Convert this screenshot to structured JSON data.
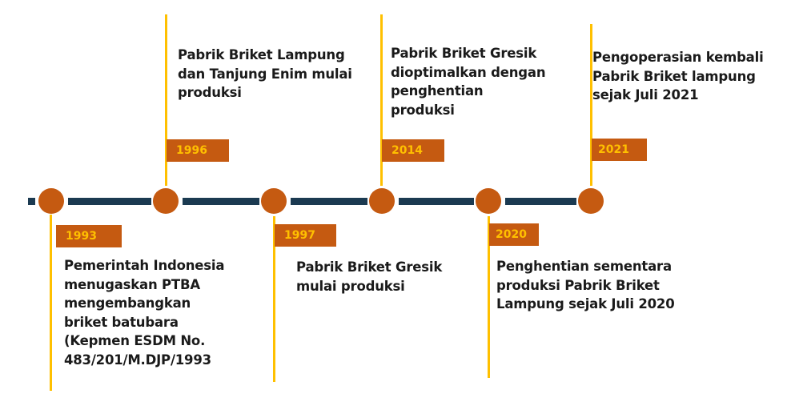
{
  "colors": {
    "line": "#1b3a51",
    "marker": "#c55a11",
    "stem": "#ffc000",
    "year_text": "#ffc000"
  },
  "events": [
    {
      "year": "1993",
      "text": "Pemerintah Indonesia menugaskan PTBA mengembangkan briket batubara (Kepmen ESDM No. 483/201/M.DJP/1993"
    },
    {
      "year": "1996",
      "text": "Pabrik Briket Lampung dan Tanjung Enim mulai produksi"
    },
    {
      "year": "1997",
      "text": "Pabrik Briket Gresik mulai produksi"
    },
    {
      "year": "2014",
      "text": "Pabrik Briket Gresik dioptimalkan dengan penghentian produksi"
    },
    {
      "year": "2020",
      "text": "Penghentian sementara produksi Pabrik Briket Lampung sejak Juli 2020"
    },
    {
      "year": "2021",
      "text": "Pengoperasian kembali Pabrik Briket lampung sejak Juli 2021"
    }
  ]
}
